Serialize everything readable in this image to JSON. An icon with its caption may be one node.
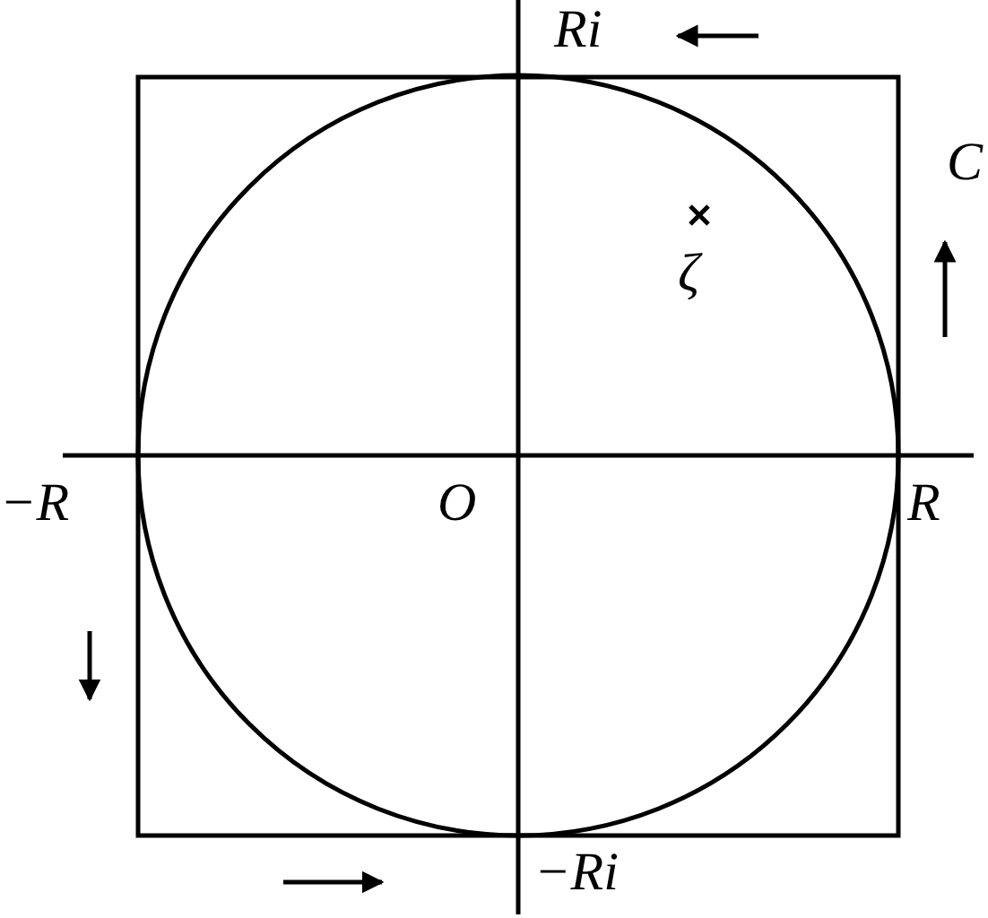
{
  "diagram": {
    "labels": [
      "Ri",
      "C",
      "ζ",
      "−R",
      "O",
      "R",
      "−Ri"
    ]
  }
}
